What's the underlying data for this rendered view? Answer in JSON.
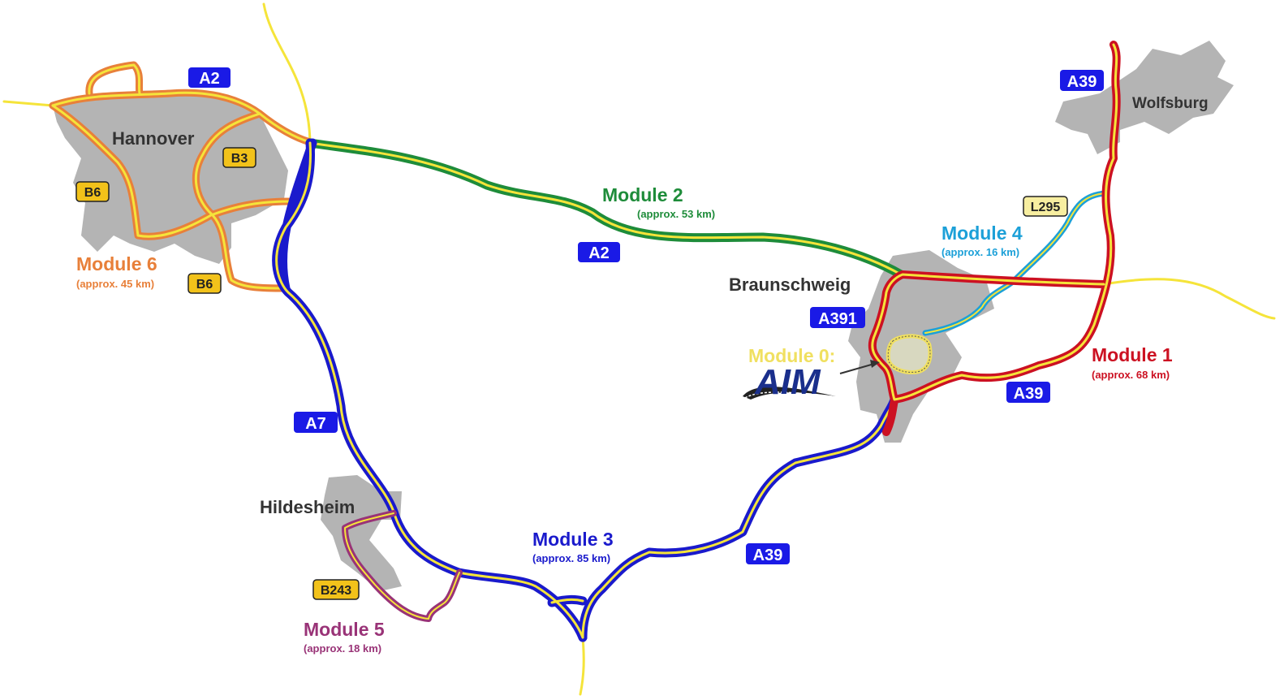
{
  "cities": {
    "hannover": "Hannover",
    "hildesheim": "Hildesheim",
    "braunschweig": "Braunschweig",
    "wolfsburg": "Wolfsburg"
  },
  "modules": {
    "m0": {
      "title": "Module 0:",
      "color": "#f0e060"
    },
    "m1": {
      "title": "Module 1",
      "subtitle": "(approx. 68 km)",
      "color": "#cc1122"
    },
    "m2": {
      "title": "Module 2",
      "subtitle": "(approx. 53 km)",
      "color": "#1e8c3a"
    },
    "m3": {
      "title": "Module 3",
      "subtitle": "(approx. 85 km)",
      "color": "#1a1acc"
    },
    "m4": {
      "title": "Module 4",
      "subtitle": "(approx. 16 km)",
      "color": "#1ca0d8"
    },
    "m5": {
      "title": "Module 5",
      "subtitle": "(approx. 18 km)",
      "color": "#993377"
    },
    "m6": {
      "title": "Module 6",
      "subtitle": "(approx. 45 km)",
      "color": "#e8803a"
    }
  },
  "road_signs": {
    "a2_top": "A2",
    "a2_mid": "A2",
    "a7": "A7",
    "a39_top": "A39",
    "a39_right": "A39",
    "a39_bottom": "A39",
    "a391": "A391",
    "b3": "B3",
    "b6_left": "B6",
    "b6_bottom": "B6",
    "b243": "B243",
    "l295": "L295"
  },
  "logo": {
    "text": "AIM"
  },
  "colors": {
    "road_core": "#f5e43a",
    "city_fill": "#b4b4b4",
    "autobahn_sign": "#1a1ae6",
    "secondary_sign": "#f2c21a"
  }
}
